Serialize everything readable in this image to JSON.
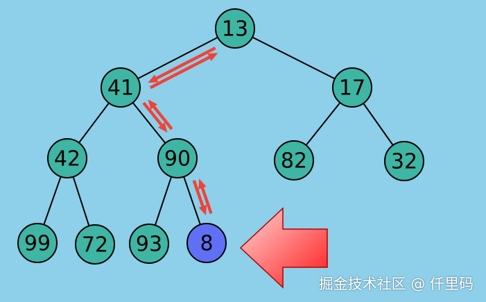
{
  "colors": {
    "background": "#8ecfe9",
    "node_fill": "#3fb5a4",
    "highlight_fill": "#6070f5",
    "node_stroke": "#000000",
    "edge": "#000000",
    "arrow": "#ee4438",
    "big_arrow_light": "#ffd6d6",
    "big_arrow_dark": "#ff1a1a"
  },
  "tree": {
    "nodes": [
      {
        "id": "n13",
        "label": "13",
        "highlight": false
      },
      {
        "id": "n41",
        "label": "41",
        "highlight": false
      },
      {
        "id": "n17",
        "label": "17",
        "highlight": false
      },
      {
        "id": "n42",
        "label": "42",
        "highlight": false
      },
      {
        "id": "n90",
        "label": "90",
        "highlight": false
      },
      {
        "id": "n82",
        "label": "82",
        "highlight": false
      },
      {
        "id": "n32",
        "label": "32",
        "highlight": false
      },
      {
        "id": "n99",
        "label": "99",
        "highlight": false
      },
      {
        "id": "n72",
        "label": "72",
        "highlight": false
      },
      {
        "id": "n93",
        "label": "93",
        "highlight": false
      },
      {
        "id": "n8",
        "label": "8",
        "highlight": true
      }
    ],
    "edges": [
      [
        "n13",
        "n41"
      ],
      [
        "n13",
        "n17"
      ],
      [
        "n41",
        "n42"
      ],
      [
        "n41",
        "n90"
      ],
      [
        "n17",
        "n82"
      ],
      [
        "n17",
        "n32"
      ],
      [
        "n42",
        "n99"
      ],
      [
        "n42",
        "n72"
      ],
      [
        "n90",
        "n93"
      ],
      [
        "n90",
        "n8"
      ]
    ],
    "swap_arrow_pairs": [
      [
        "n13",
        "n41"
      ],
      [
        "n41",
        "n90"
      ],
      [
        "n90",
        "n8"
      ]
    ]
  },
  "watermark": "掘金技术社区 @ 仟里码"
}
